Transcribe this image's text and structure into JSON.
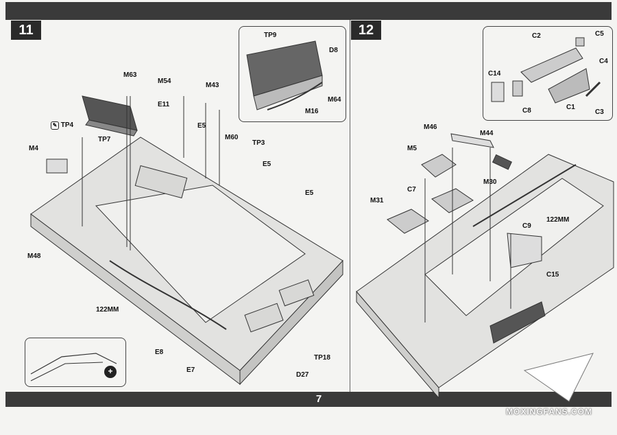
{
  "page": {
    "number": "7"
  },
  "steps": [
    {
      "number": "11"
    },
    {
      "number": "12"
    }
  ],
  "step11": {
    "parts": {
      "m63": "M63",
      "m54": "M54",
      "m43": "M43",
      "e11": "E11",
      "e5a": "E5",
      "tp4": "TP4",
      "tp7": "TP7",
      "m4": "M4",
      "m60": "M60",
      "tp3": "TP3",
      "e5b": "E5",
      "e5c": "E5",
      "m48": "M48",
      "mm122": "122MM",
      "e8": "E8",
      "e7": "E7",
      "tp18": "TP18",
      "d27": "D27"
    },
    "inset": {
      "tp9": "TP9",
      "d8": "D8",
      "m64": "M64",
      "m16": "M16"
    }
  },
  "step12": {
    "inset": {
      "c2": "C2",
      "c5": "C5",
      "c4": "C4",
      "c14": "C14",
      "c8": "C8",
      "c1": "C1",
      "c3": "C3"
    },
    "parts": {
      "m46": "M46",
      "m44": "M44",
      "m5": "M5",
      "m30": "M30",
      "c7": "C7",
      "m31": "M31",
      "mm122": "122MM",
      "c9": "C9",
      "c15": "C15"
    }
  },
  "watermark": "MOXINGFANS.COM",
  "icons": {
    "glue": "glue-icon",
    "zoom": "magnify-icon"
  }
}
